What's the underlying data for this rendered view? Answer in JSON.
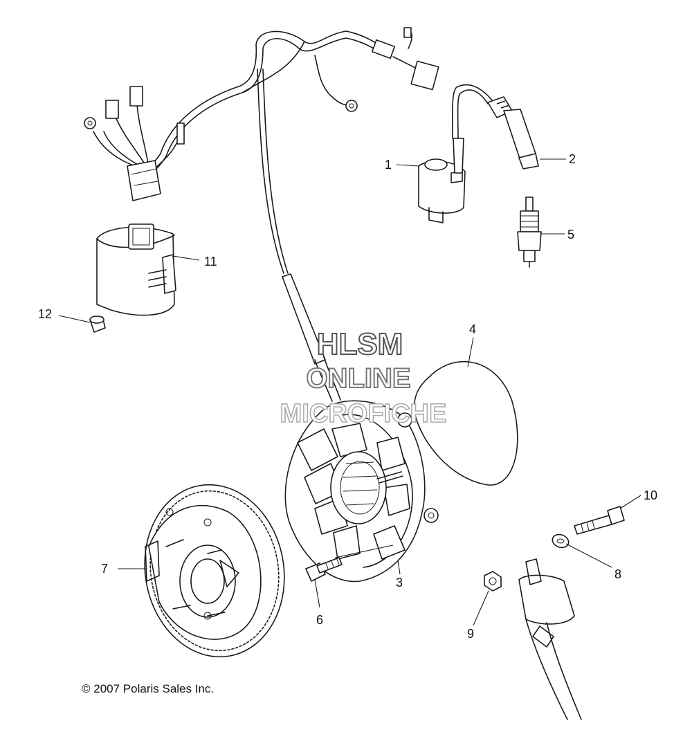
{
  "callouts": [
    {
      "id": "1",
      "label": "1"
    },
    {
      "id": "2",
      "label": "2"
    },
    {
      "id": "3",
      "label": "3"
    },
    {
      "id": "4",
      "label": "4"
    },
    {
      "id": "5",
      "label": "5"
    },
    {
      "id": "6",
      "label": "6"
    },
    {
      "id": "7",
      "label": "7"
    },
    {
      "id": "8",
      "label": "8"
    },
    {
      "id": "9",
      "label": "9"
    },
    {
      "id": "10",
      "label": "10"
    },
    {
      "id": "11",
      "label": "11"
    },
    {
      "id": "12",
      "label": "12"
    }
  ],
  "watermark": {
    "line1": "HLSM",
    "line2": "ONLINE",
    "line3": "MICROFICHE"
  },
  "copyright": "© 2007 Polaris Sales Inc."
}
